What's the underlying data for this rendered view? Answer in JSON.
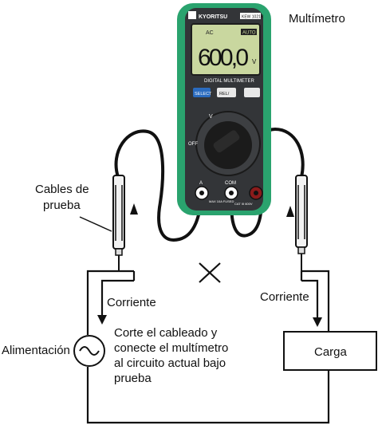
{
  "labels": {
    "multimeter": "Multímetro",
    "test_leads_line1": "Cables de",
    "test_leads_line2": "prueba",
    "current_left": "Corriente",
    "current_right": "Corriente",
    "instruction_line1": "Corte el cableado y",
    "instruction_line2": "conecte el multímetro",
    "instruction_line3": "al circuito actual bajo",
    "instruction_line4": "prueba",
    "power_supply": "Alimentación",
    "load": "Carga"
  },
  "device": {
    "brand": "KYORITSU",
    "model": "KEW 1021R",
    "display_reading": "600,0",
    "display_unit": "V",
    "display_mode": "AC",
    "display_auto": "AUTO",
    "panel_name": "DIGITAL MULTIMETER",
    "select_button": "SELECT",
    "rel_button": "REL/",
    "off_label": "OFF",
    "com_label": "COM",
    "a_label": "A",
    "fuse_label": "MAX 10A FUSED",
    "cat_label": "CAT III 600V",
    "v_label": "V"
  },
  "colors": {
    "multimeter_body": "#2aa36e",
    "face": "#333538",
    "lcd": "#c9d79f",
    "select_blue": "#2a6bbf",
    "wire": "#111111"
  }
}
